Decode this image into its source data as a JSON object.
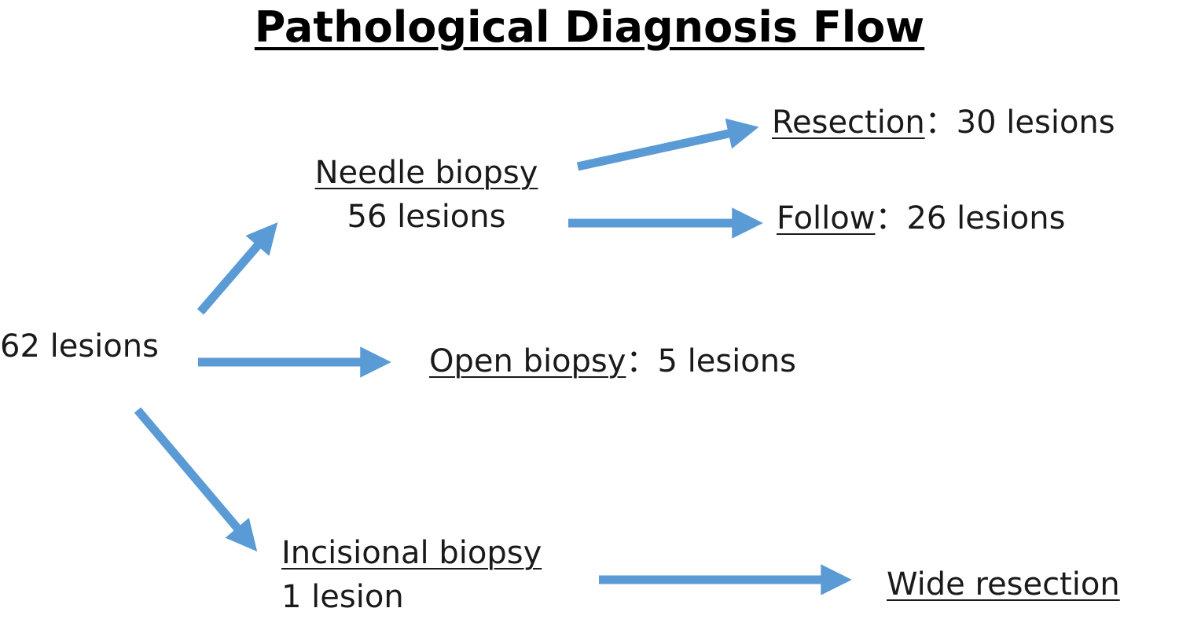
{
  "title": "Pathological Diagnosis Flow",
  "colors": {
    "arrow": "#5b9bd5",
    "text": "#1a1a1a"
  },
  "nodes": {
    "root": {
      "count": "62 lesions"
    },
    "needle_biopsy": {
      "label": "Needle biopsy",
      "count": "56 lesions"
    },
    "resection": {
      "label": "Resection",
      "separator": "：",
      "count": "30 lesions"
    },
    "follow": {
      "label": "Follow",
      "separator": "：",
      "count": "26 lesions"
    },
    "open_biopsy": {
      "label": "Open biopsy",
      "separator": "：",
      "count": "5 lesions"
    },
    "incisional_biopsy": {
      "label": "Incisional biopsy",
      "count": "1 lesion"
    },
    "wide_resection": {
      "label": "Wide resection"
    }
  },
  "edges": [
    {
      "from": "root",
      "to": "needle_biopsy"
    },
    {
      "from": "root",
      "to": "open_biopsy"
    },
    {
      "from": "root",
      "to": "incisional_biopsy"
    },
    {
      "from": "needle_biopsy",
      "to": "resection"
    },
    {
      "from": "needle_biopsy",
      "to": "follow"
    },
    {
      "from": "incisional_biopsy",
      "to": "wide_resection"
    }
  ]
}
